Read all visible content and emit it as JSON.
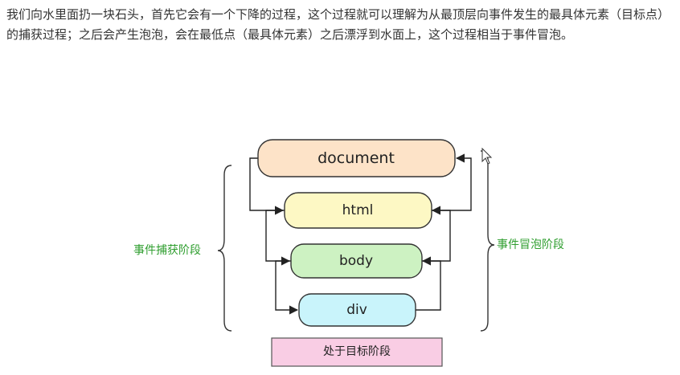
{
  "intro": {
    "text": "我们向水里面扔一块石头，首先它会有一个下降的过程，这个过程就可以理解为从最顶层向事件发生的最具体元素（目标点）的捕获过程；之后会产生泡泡，会在最低点（最具体元素）之后漂浮到水面上，这个过程相当于事件冒泡。"
  },
  "diagram": {
    "nodes": [
      {
        "label": "document",
        "color": "#fde3c8"
      },
      {
        "label": "html",
        "color": "#fdf8c4"
      },
      {
        "label": "body",
        "color": "#cdf2c2"
      },
      {
        "label": "div",
        "color": "#c9f4fb"
      }
    ],
    "capture_label": "事件捕获阶段",
    "bubble_label": "事件冒泡阶段",
    "target_label": "处于目标阶段",
    "target_color": "#f9cde4",
    "phase_color": "#2f9e2f"
  }
}
